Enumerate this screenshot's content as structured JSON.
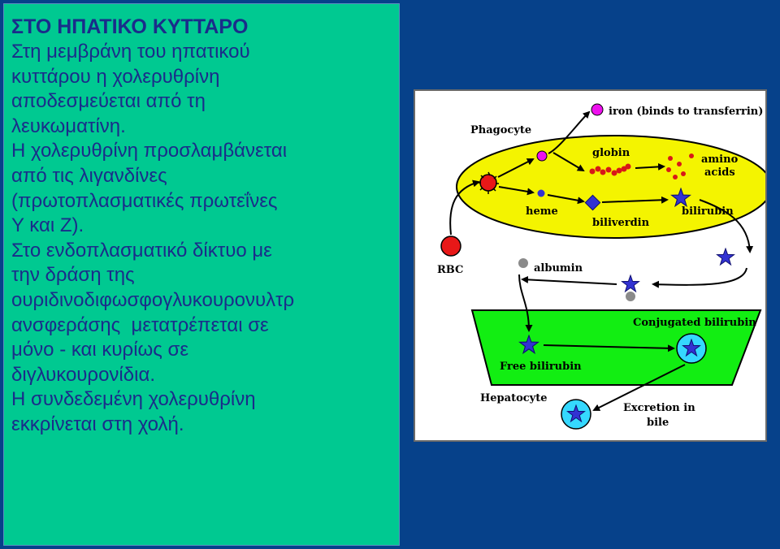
{
  "panel": {
    "title": "ΣΤΟ ΗΠΑΤΙΚΟ ΚΥΤΤΑΡΟ",
    "body": "Στη μεμβράνη του ηπατικού\nκυττάρου η χολερυθρίνη\nαποδεσμεύεται από τη\nλευκωματίνη.\nΗ χολερυθρίνη προσλαμβάνεται\nαπό τις λιγανδίνες\n(πρωτοπλασματικές πρωτεΐνες\nΥ και Ζ).\nΣτο ενδοπλασματικό δίκτυο με\nτην δράση της\nουριδινοδιφωσφογλυκουρονυλτρ\nανσφεράσης  μετατρέπεται σε\nμόνο - και κυρίως σε\nδιγλυκουρονίδια.\nΗ συνδεδεμένη χολερυθρίνη\nεκκρίνεται στη χολή."
  },
  "diagram": {
    "phagocyte": "Phagocyte",
    "iron": "iron (binds to transferrin)",
    "globin": "globin",
    "amino": "amino",
    "acids": "acids",
    "heme": "heme",
    "biliverdin": "biliverdin",
    "bilirubin": "bilirubin",
    "rbc": "RBC",
    "albumin": "albumin",
    "conjugated": "Conjugated bilirubin",
    "free": "Free bilirubin",
    "hepatocyte": "Hepatocyte",
    "excretion1": "Excretion in",
    "excretion2": "bile"
  },
  "colors": {
    "background": "#06418a",
    "panel": "#00c991",
    "panel_text": "#1a2c8a",
    "phagocyte": "#f4f400",
    "hepatocyte": "#12ee12",
    "rbc": "#e81818",
    "iron": "#ee11ee",
    "star": "#3232d2",
    "vesicle": "#35d8ff",
    "albumin": "#8a8a8a"
  }
}
